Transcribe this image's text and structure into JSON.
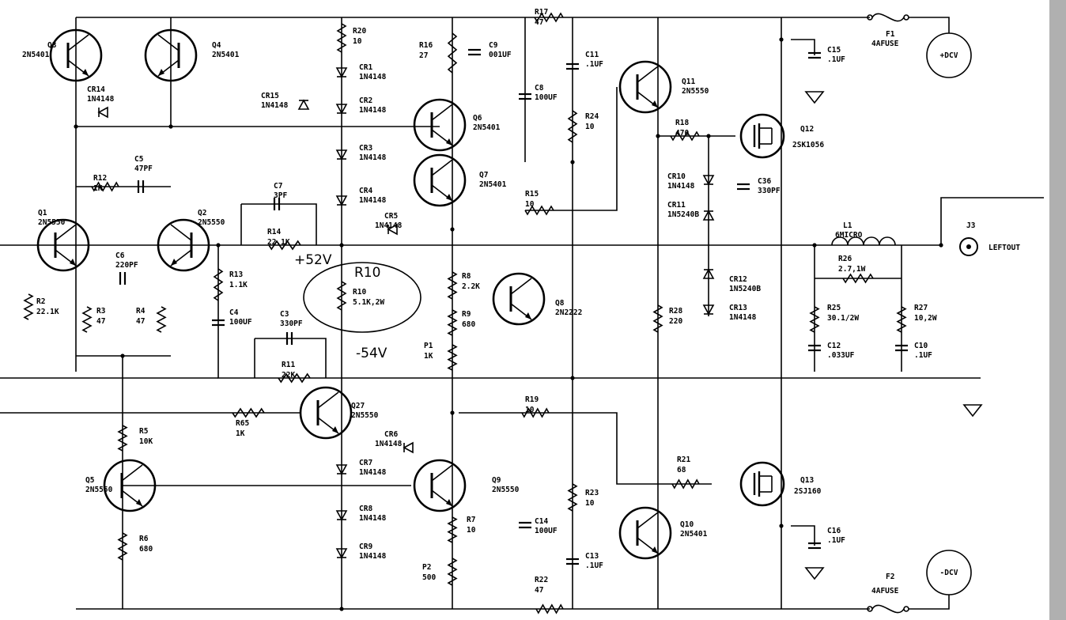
{
  "colors": {
    "ink": "#000000",
    "paper": "#ffffff",
    "margin_bar": "#b0b0b0"
  },
  "transistors": [
    {
      "ref": "Q3",
      "part": "2N5401",
      "type": "pnp"
    },
    {
      "ref": "Q4",
      "part": "2N5401",
      "type": "pnp"
    },
    {
      "ref": "Q1",
      "part": "2N5550",
      "type": "npn"
    },
    {
      "ref": "Q2",
      "part": "2N5550",
      "type": "npn"
    },
    {
      "ref": "Q6",
      "part": "2N5401",
      "type": "pnp"
    },
    {
      "ref": "Q7",
      "part": "2N5401",
      "type": "pnp"
    },
    {
      "ref": "Q8",
      "part": "2N2222",
      "type": "npn"
    },
    {
      "ref": "Q27",
      "part": "2N5550",
      "type": "npn"
    },
    {
      "ref": "Q5",
      "part": "2N5550",
      "type": "npn"
    },
    {
      "ref": "Q9",
      "part": "2N5550",
      "type": "npn"
    },
    {
      "ref": "Q11",
      "part": "2N5550",
      "type": "npn"
    },
    {
      "ref": "Q10",
      "part": "2N5401",
      "type": "pnp"
    }
  ],
  "mosfets": [
    {
      "ref": "Q12",
      "part": "2SK1056"
    },
    {
      "ref": "Q13",
      "part": "2SJ160"
    }
  ],
  "resistors": [
    {
      "ref": "R20",
      "value": "10"
    },
    {
      "ref": "R16",
      "value": "27"
    },
    {
      "ref": "R17",
      "value": "47"
    },
    {
      "ref": "R24",
      "value": "10"
    },
    {
      "ref": "R12",
      "value": "1K"
    },
    {
      "ref": "R14",
      "value": "22.1K"
    },
    {
      "ref": "R13",
      "value": "1.1K"
    },
    {
      "ref": "R2",
      "value": "22.1K"
    },
    {
      "ref": "R3",
      "value": "47"
    },
    {
      "ref": "R4",
      "value": "47"
    },
    {
      "ref": "R10",
      "value": "5.1K,2W"
    },
    {
      "ref": "R11",
      "value": "22K"
    },
    {
      "ref": "R8",
      "value": "2.2K"
    },
    {
      "ref": "R9",
      "value": "680"
    },
    {
      "ref": "P1",
      "value": "1K"
    },
    {
      "ref": "R15",
      "value": "10"
    },
    {
      "ref": "R18",
      "value": "470"
    },
    {
      "ref": "R28",
      "value": "220"
    },
    {
      "ref": "R26",
      "value": "2.7,1W"
    },
    {
      "ref": "R25",
      "value": "30.1/2W"
    },
    {
      "ref": "R27",
      "value": "10,2W"
    },
    {
      "ref": "R65",
      "value": "1K"
    },
    {
      "ref": "R5",
      "value": "10K"
    },
    {
      "ref": "R6",
      "value": "680"
    },
    {
      "ref": "R19",
      "value": "10"
    },
    {
      "ref": "R7",
      "value": "10"
    },
    {
      "ref": "P2",
      "value": "500"
    },
    {
      "ref": "R23",
      "value": "10"
    },
    {
      "ref": "R22",
      "value": "47"
    },
    {
      "ref": "R21",
      "value": "68"
    }
  ],
  "capacitors": [
    {
      "ref": "C9",
      "value": "001UF"
    },
    {
      "ref": "C11",
      "value": ".1UF"
    },
    {
      "ref": "C8",
      "value": "100UF"
    },
    {
      "ref": "C5",
      "value": "47PF"
    },
    {
      "ref": "C7",
      "value": "3PF"
    },
    {
      "ref": "C6",
      "value": "220PF"
    },
    {
      "ref": "C4",
      "value": "100UF"
    },
    {
      "ref": "C3",
      "value": "330PF"
    },
    {
      "ref": "C36",
      "value": "330PF"
    },
    {
      "ref": "C15",
      "value": ".1UF"
    },
    {
      "ref": "C12",
      "value": ".033UF"
    },
    {
      "ref": "C10",
      "value": ".1UF"
    },
    {
      "ref": "C14",
      "value": "100UF"
    },
    {
      "ref": "C13",
      "value": ".1UF"
    },
    {
      "ref": "C16",
      "value": ".1UF"
    }
  ],
  "diodes": [
    {
      "ref": "CR1",
      "part": "1N4148"
    },
    {
      "ref": "CR2",
      "part": "1N4148"
    },
    {
      "ref": "CR3",
      "part": "1N4148"
    },
    {
      "ref": "CR4",
      "part": "1N4148"
    },
    {
      "ref": "CR5",
      "part": "1N4148"
    },
    {
      "ref": "CR15",
      "part": "1N4148"
    },
    {
      "ref": "CR14",
      "part": "1N4148"
    },
    {
      "ref": "CR6",
      "part": "1N4148"
    },
    {
      "ref": "CR7",
      "part": "1N4148"
    },
    {
      "ref": "CR8",
      "part": "1N4148"
    },
    {
      "ref": "CR9",
      "part": "1N4148"
    },
    {
      "ref": "CR10",
      "part": "1N4148"
    },
    {
      "ref": "CR11",
      "part": "1N5240B"
    },
    {
      "ref": "CR12",
      "part": "1N5240B"
    },
    {
      "ref": "CR13",
      "part": "1N4148"
    }
  ],
  "inductor": {
    "ref": "L1",
    "value": "6MICRO"
  },
  "fuses": [
    {
      "ref": "F1",
      "value": "4AFUSE"
    },
    {
      "ref": "F2",
      "value": "4AFUSE"
    }
  ],
  "rails": {
    "positive": "+DCV",
    "negative": "-DCV"
  },
  "connector": {
    "ref": "J3",
    "label": "LEFTOUT"
  },
  "annotations": {
    "callout": "R10",
    "pos_voltage": "+52V",
    "neg_voltage": "-54V"
  }
}
